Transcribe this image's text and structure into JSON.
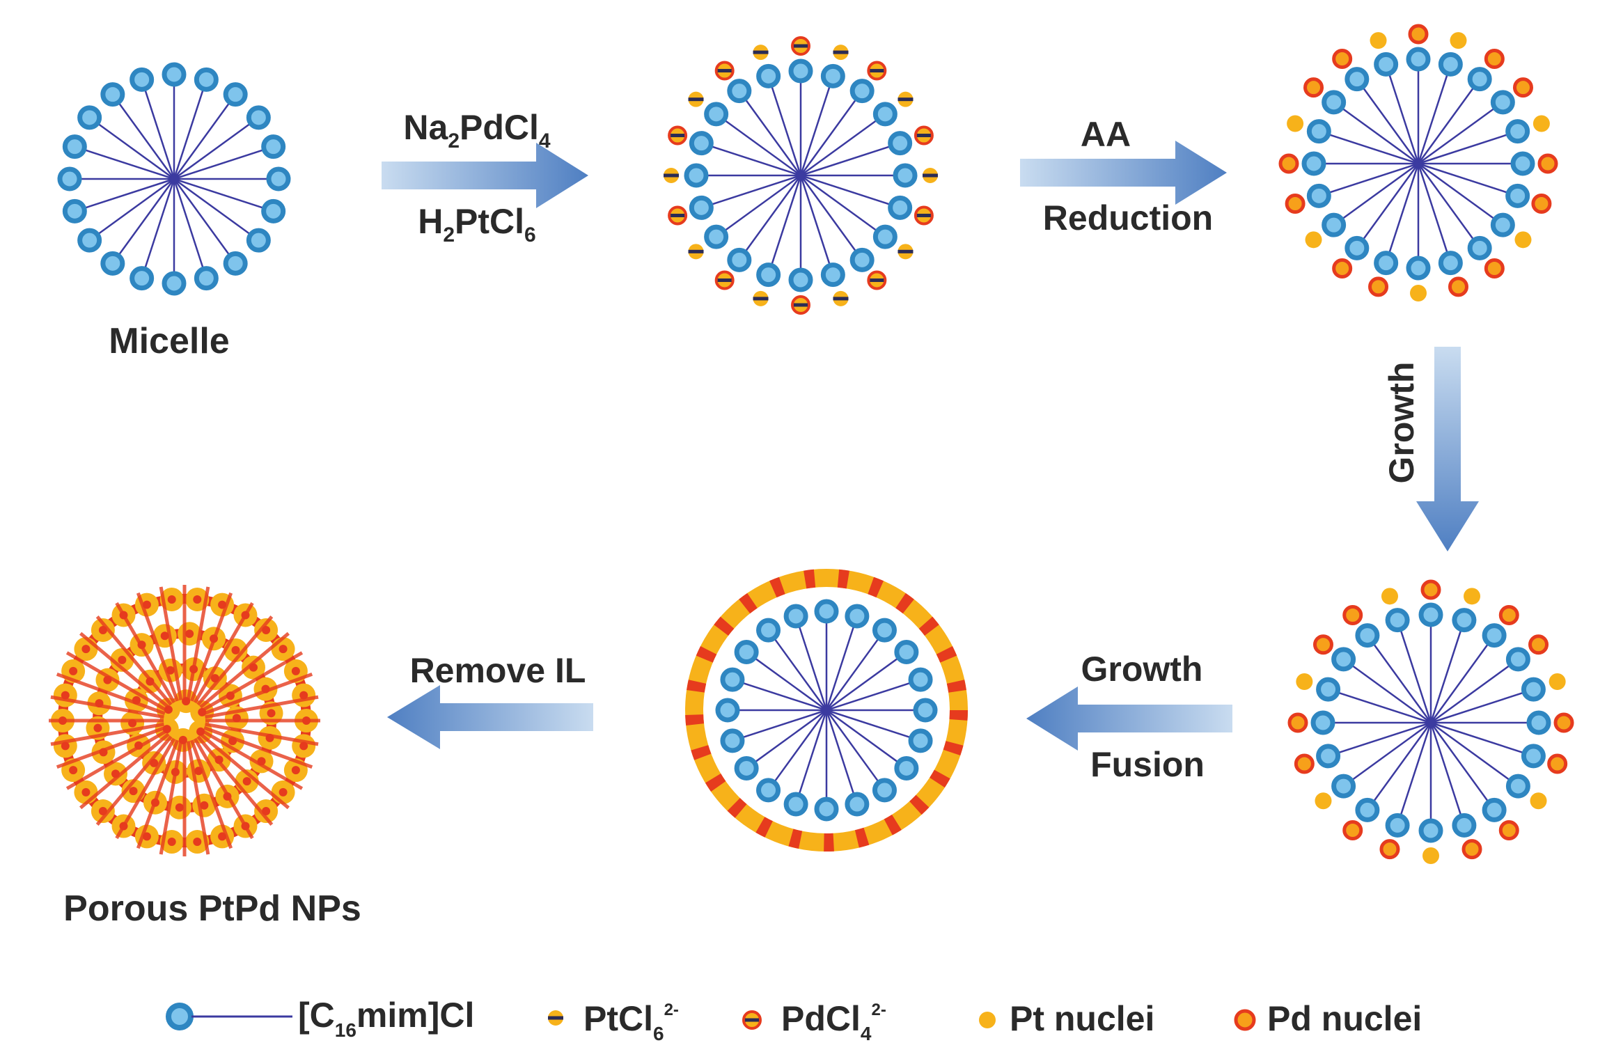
{
  "colors": {
    "head_fill": "#7fc4ec",
    "head_stroke": "#2e86c1",
    "tail": "#3b3aa0",
    "arrow_light": "#c9dcf0",
    "arrow_dark": "#4f7fc2",
    "pt": "#f7b21a",
    "pd": "#e63b1e",
    "bar_dark": "#2b2b55"
  },
  "stages": {
    "micelle": {
      "label": "Micelle"
    },
    "precursor": {
      "label": ""
    },
    "nuclei": {
      "label": ""
    },
    "grown": {
      "label": ""
    },
    "fused": {
      "label": ""
    },
    "porous": {
      "label": "Porous PtPd NPs"
    }
  },
  "steps": {
    "step1": {
      "top_main": "Na",
      "top_sub": "2",
      "top_main2": "PdCl",
      "top_sub2": "4",
      "bottom_main": "H",
      "bottom_sub": "2",
      "bottom_main2": "PtCl",
      "bottom_sub2": "6"
    },
    "step2": {
      "top": "AA",
      "bottom": "Reduction"
    },
    "step3": {
      "label": "Growth"
    },
    "step4": {
      "top": "Growth",
      "bottom": "Fusion"
    },
    "step5": {
      "top": "Remove IL"
    }
  },
  "legend": {
    "surfactant": {
      "pre": "[C",
      "sub": "16",
      "post": "mim]Cl"
    },
    "ptcl6": {
      "main": "PtCl",
      "sub": "6",
      "sup": "2-"
    },
    "pdcl4": {
      "main": "PdCl",
      "sub": "4",
      "sup": "2-"
    },
    "pt_nuclei": "Pt nuclei",
    "pd_nuclei": "Pd nuclei"
  }
}
